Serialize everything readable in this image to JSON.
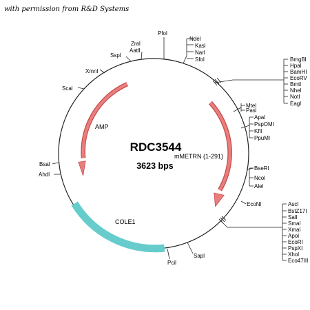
{
  "credit": "with permission from R&D Systems",
  "plasmid": {
    "name": "RDC3544",
    "size": "3623 bps"
  },
  "features": [
    {
      "name": "AMP",
      "color": "#e06666",
      "kind": "arrow",
      "direction": "counterclockwise"
    },
    {
      "name": "mMETRN (1-291)",
      "color": "#e06666",
      "kind": "arrow",
      "direction": "clockwise"
    },
    {
      "name": "COLE1",
      "color": "#66cccc",
      "kind": "block"
    }
  ],
  "sites": {
    "top": [
      "Zral",
      "Aatll",
      "Sspl",
      "Pfol",
      "Ndel",
      "Kasl",
      "Narl",
      "Sfol",
      "Xmnl",
      "Scal"
    ],
    "cluster_upper": [
      "BmgBl",
      "Hpal",
      "BamHI",
      "EcoRV",
      "Bmtl",
      "Nhel",
      "Notl",
      "Eagl"
    ],
    "right": [
      "Mtel",
      "Pasl",
      "Apal",
      "PspOMI",
      "Kfll",
      "PpuMI",
      "BseRl",
      "Ncol",
      "Alel",
      "EcoNl"
    ],
    "cluster_lower": [
      "Ascl",
      "BstZ17I",
      "Sall",
      "Smal",
      "Xmal",
      "Apol",
      "EcoRI",
      "PspXI",
      "Xhol",
      "Eco47III"
    ],
    "left": [
      "Bsal",
      "Ahdl"
    ],
    "bottom": [
      "Sapl",
      "Pcil"
    ]
  }
}
